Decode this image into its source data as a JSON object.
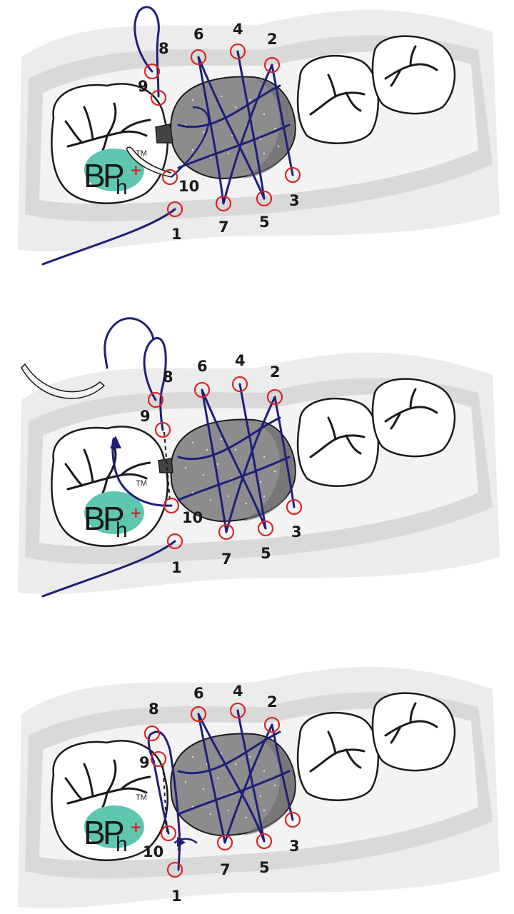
{
  "panels": [
    {
      "id": "step-1",
      "stage": "needle-entering-at-10",
      "labels": [
        "1",
        "2",
        "3",
        "4",
        "5",
        "6",
        "7",
        "8",
        "9",
        "10"
      ],
      "logo": {
        "text_b": "B",
        "text_p": "P",
        "text_h": "h",
        "plus": "+",
        "tm": "TM"
      }
    },
    {
      "id": "step-2",
      "stage": "suture-pulled-through-8-9",
      "labels": [
        "1",
        "2",
        "3",
        "4",
        "5",
        "6",
        "7",
        "8",
        "9",
        "10"
      ],
      "logo": {
        "text_b": "B",
        "text_p": "P",
        "text_h": "h",
        "plus": "+",
        "tm": "TM"
      }
    },
    {
      "id": "step-3",
      "stage": "suture-looped-and-tied",
      "labels": [
        "1",
        "2",
        "3",
        "4",
        "5",
        "6",
        "7",
        "8",
        "9",
        "10"
      ],
      "logo": {
        "text_b": "B",
        "text_p": "P",
        "text_h": "h",
        "plus": "+",
        "tm": "TM"
      }
    }
  ],
  "colors": {
    "gum": "#d8d8d8",
    "gum_light": "#eeeeee",
    "tooth_outline": "#1a1a1a",
    "graft": "#8c8c8c",
    "graft_dark": "#6a6a6a",
    "suture": "#1f1f7a",
    "port_ring": "#d62828",
    "logo_teal": "#5fc7b0",
    "logo_plus": "#e0202a"
  }
}
